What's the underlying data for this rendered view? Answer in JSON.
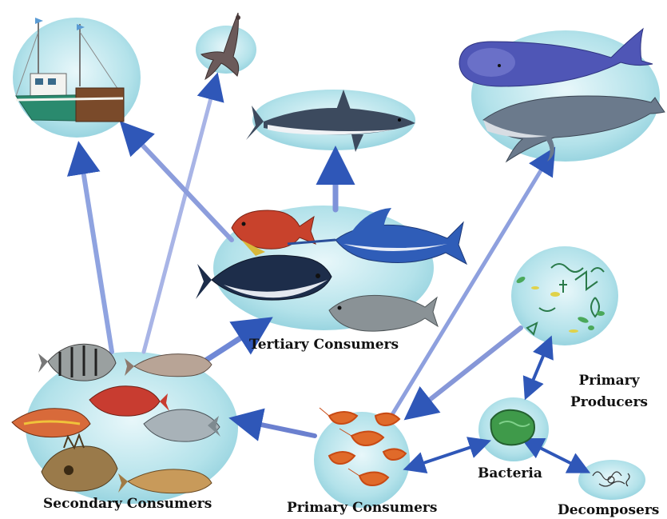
{
  "labels": {
    "tertiary_consumers": "Tertiary Consumers",
    "secondary_consumers": "Secondary Consumers",
    "primary_consumers": "Primary Consumers",
    "bacteria": "Bacteria",
    "primary_producers": "Primary Producers",
    "decomposers": "Decomposers"
  },
  "colors": {
    "node_fill": "#a9dde6",
    "node_edge": "#7cc6d4",
    "arrow_strong": "#2f57b8",
    "arrow_soft": "#9aa6dc",
    "text": "#111111"
  },
  "icons": [
    "fishing-boat-icon",
    "seabird-icon",
    "shark-icon",
    "sperm-whale-icon",
    "humpback-whale-icon",
    "red-rockfish-icon",
    "marlin-icon",
    "tuna-icon",
    "grey-fish-icon",
    "sheepshead-icon",
    "perch-icon",
    "rockfish-icon",
    "wrasse-icon",
    "jack-icon",
    "john-dory-icon",
    "goatfish-icon",
    "shrimp-icon",
    "diatom-icon",
    "bacteria-colony-icon",
    "decomposer-icon"
  ]
}
